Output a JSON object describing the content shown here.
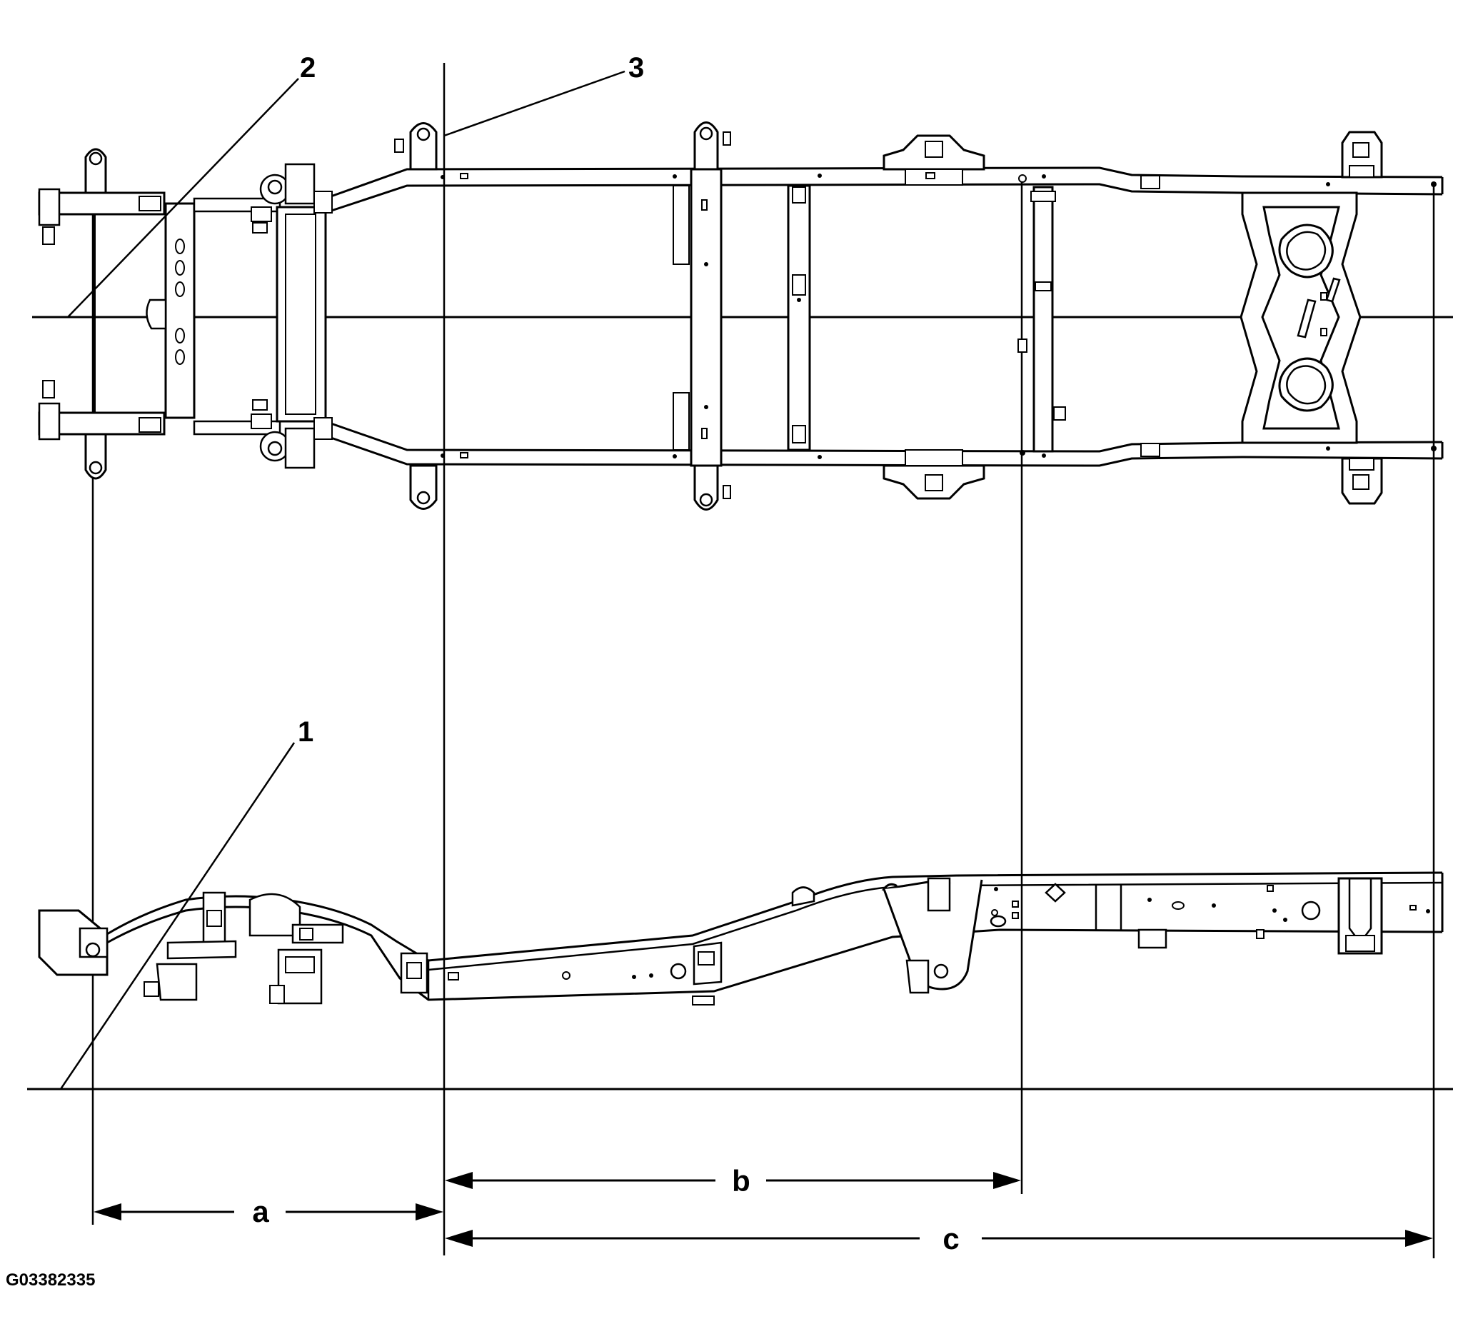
{
  "callouts": {
    "c1": "1",
    "c2": "2",
    "c3": "3"
  },
  "dimensions": {
    "a": "a",
    "b": "b",
    "c": "c"
  },
  "figure_id": "G03382335",
  "colors": {
    "line": "#000000",
    "background": "#ffffff"
  }
}
